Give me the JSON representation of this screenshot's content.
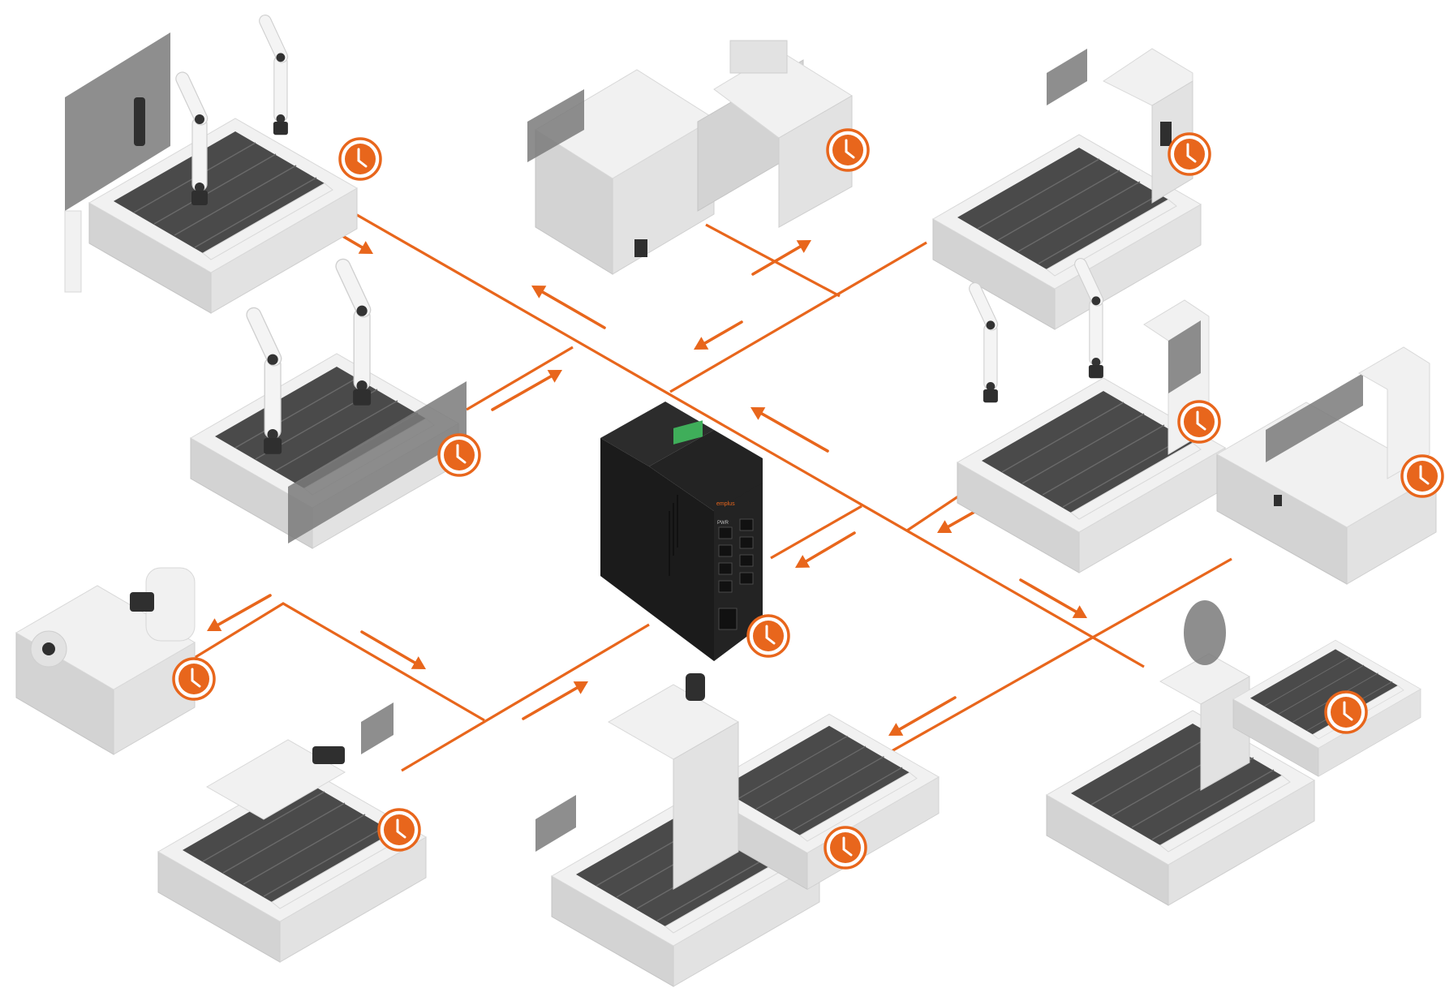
{
  "diagram": {
    "title": "",
    "accent_color": "#E8661C",
    "switch": {
      "name": "industrial-ethernet-switch",
      "brand_label": "emplus",
      "port_label": "PWR",
      "time_sync_icon": "clock-icon"
    },
    "machines": [
      {
        "id": "robotic-conveyor-top-left",
        "icon": "clock-icon"
      },
      {
        "id": "cnc-enclosure-top-center",
        "icon": "clock-icon"
      },
      {
        "id": "tunnel-conveyor-top-right",
        "icon": "clock-icon"
      },
      {
        "id": "dual-robot-conveyor-left",
        "icon": "clock-icon"
      },
      {
        "id": "robot-sorting-conveyor-right",
        "icon": "clock-icon"
      },
      {
        "id": "lathe-far-right",
        "icon": "clock-icon"
      },
      {
        "id": "spindle-machine-left",
        "icon": "clock-icon"
      },
      {
        "id": "inspection-conveyor-bottom-left",
        "icon": "clock-icon"
      },
      {
        "id": "vision-conveyor-bottom-center",
        "icon": "clock-icon"
      },
      {
        "id": "hopper-conveyor-bottom-right",
        "icon": "clock-icon"
      }
    ],
    "connection_style": "orange lines with direction arrows",
    "icons": [
      "clock-icon",
      "arrow-icon"
    ]
  }
}
